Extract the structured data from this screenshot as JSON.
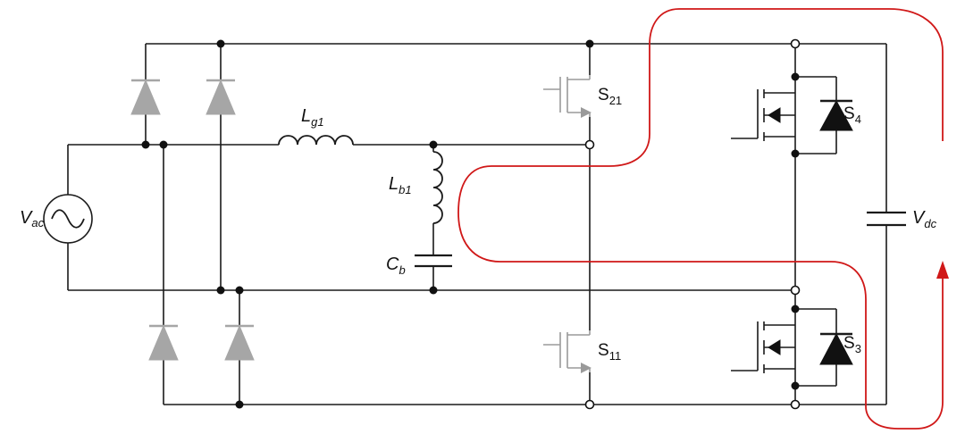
{
  "labels": {
    "vac": "V",
    "vac_sub": "ac",
    "lg1": "L",
    "lg1_sub": "g1",
    "lb1": "L",
    "lb1_sub": "b1",
    "cb": "C",
    "cb_sub": "b",
    "vdc": "V",
    "vdc_sub": "dc",
    "s21": "S",
    "s21_sub": "21",
    "s11": "S",
    "s11_sub": "11",
    "s4": "S",
    "s4_sub": "4",
    "s3": "S",
    "s3_sub": "3"
  },
  "colors": {
    "wire": "#1a1a1a",
    "bridge_diode": "#a6a6a6",
    "inactive_switch": "#9a9a9a",
    "current_path": "#d01818"
  },
  "icons": {
    "source": "ac-source-icon",
    "diode": "diode-icon",
    "mosfet": "mosfet-icon",
    "inductor": "inductor-icon",
    "capacitor": "capacitor-icon",
    "arrow": "arrow-icon"
  }
}
